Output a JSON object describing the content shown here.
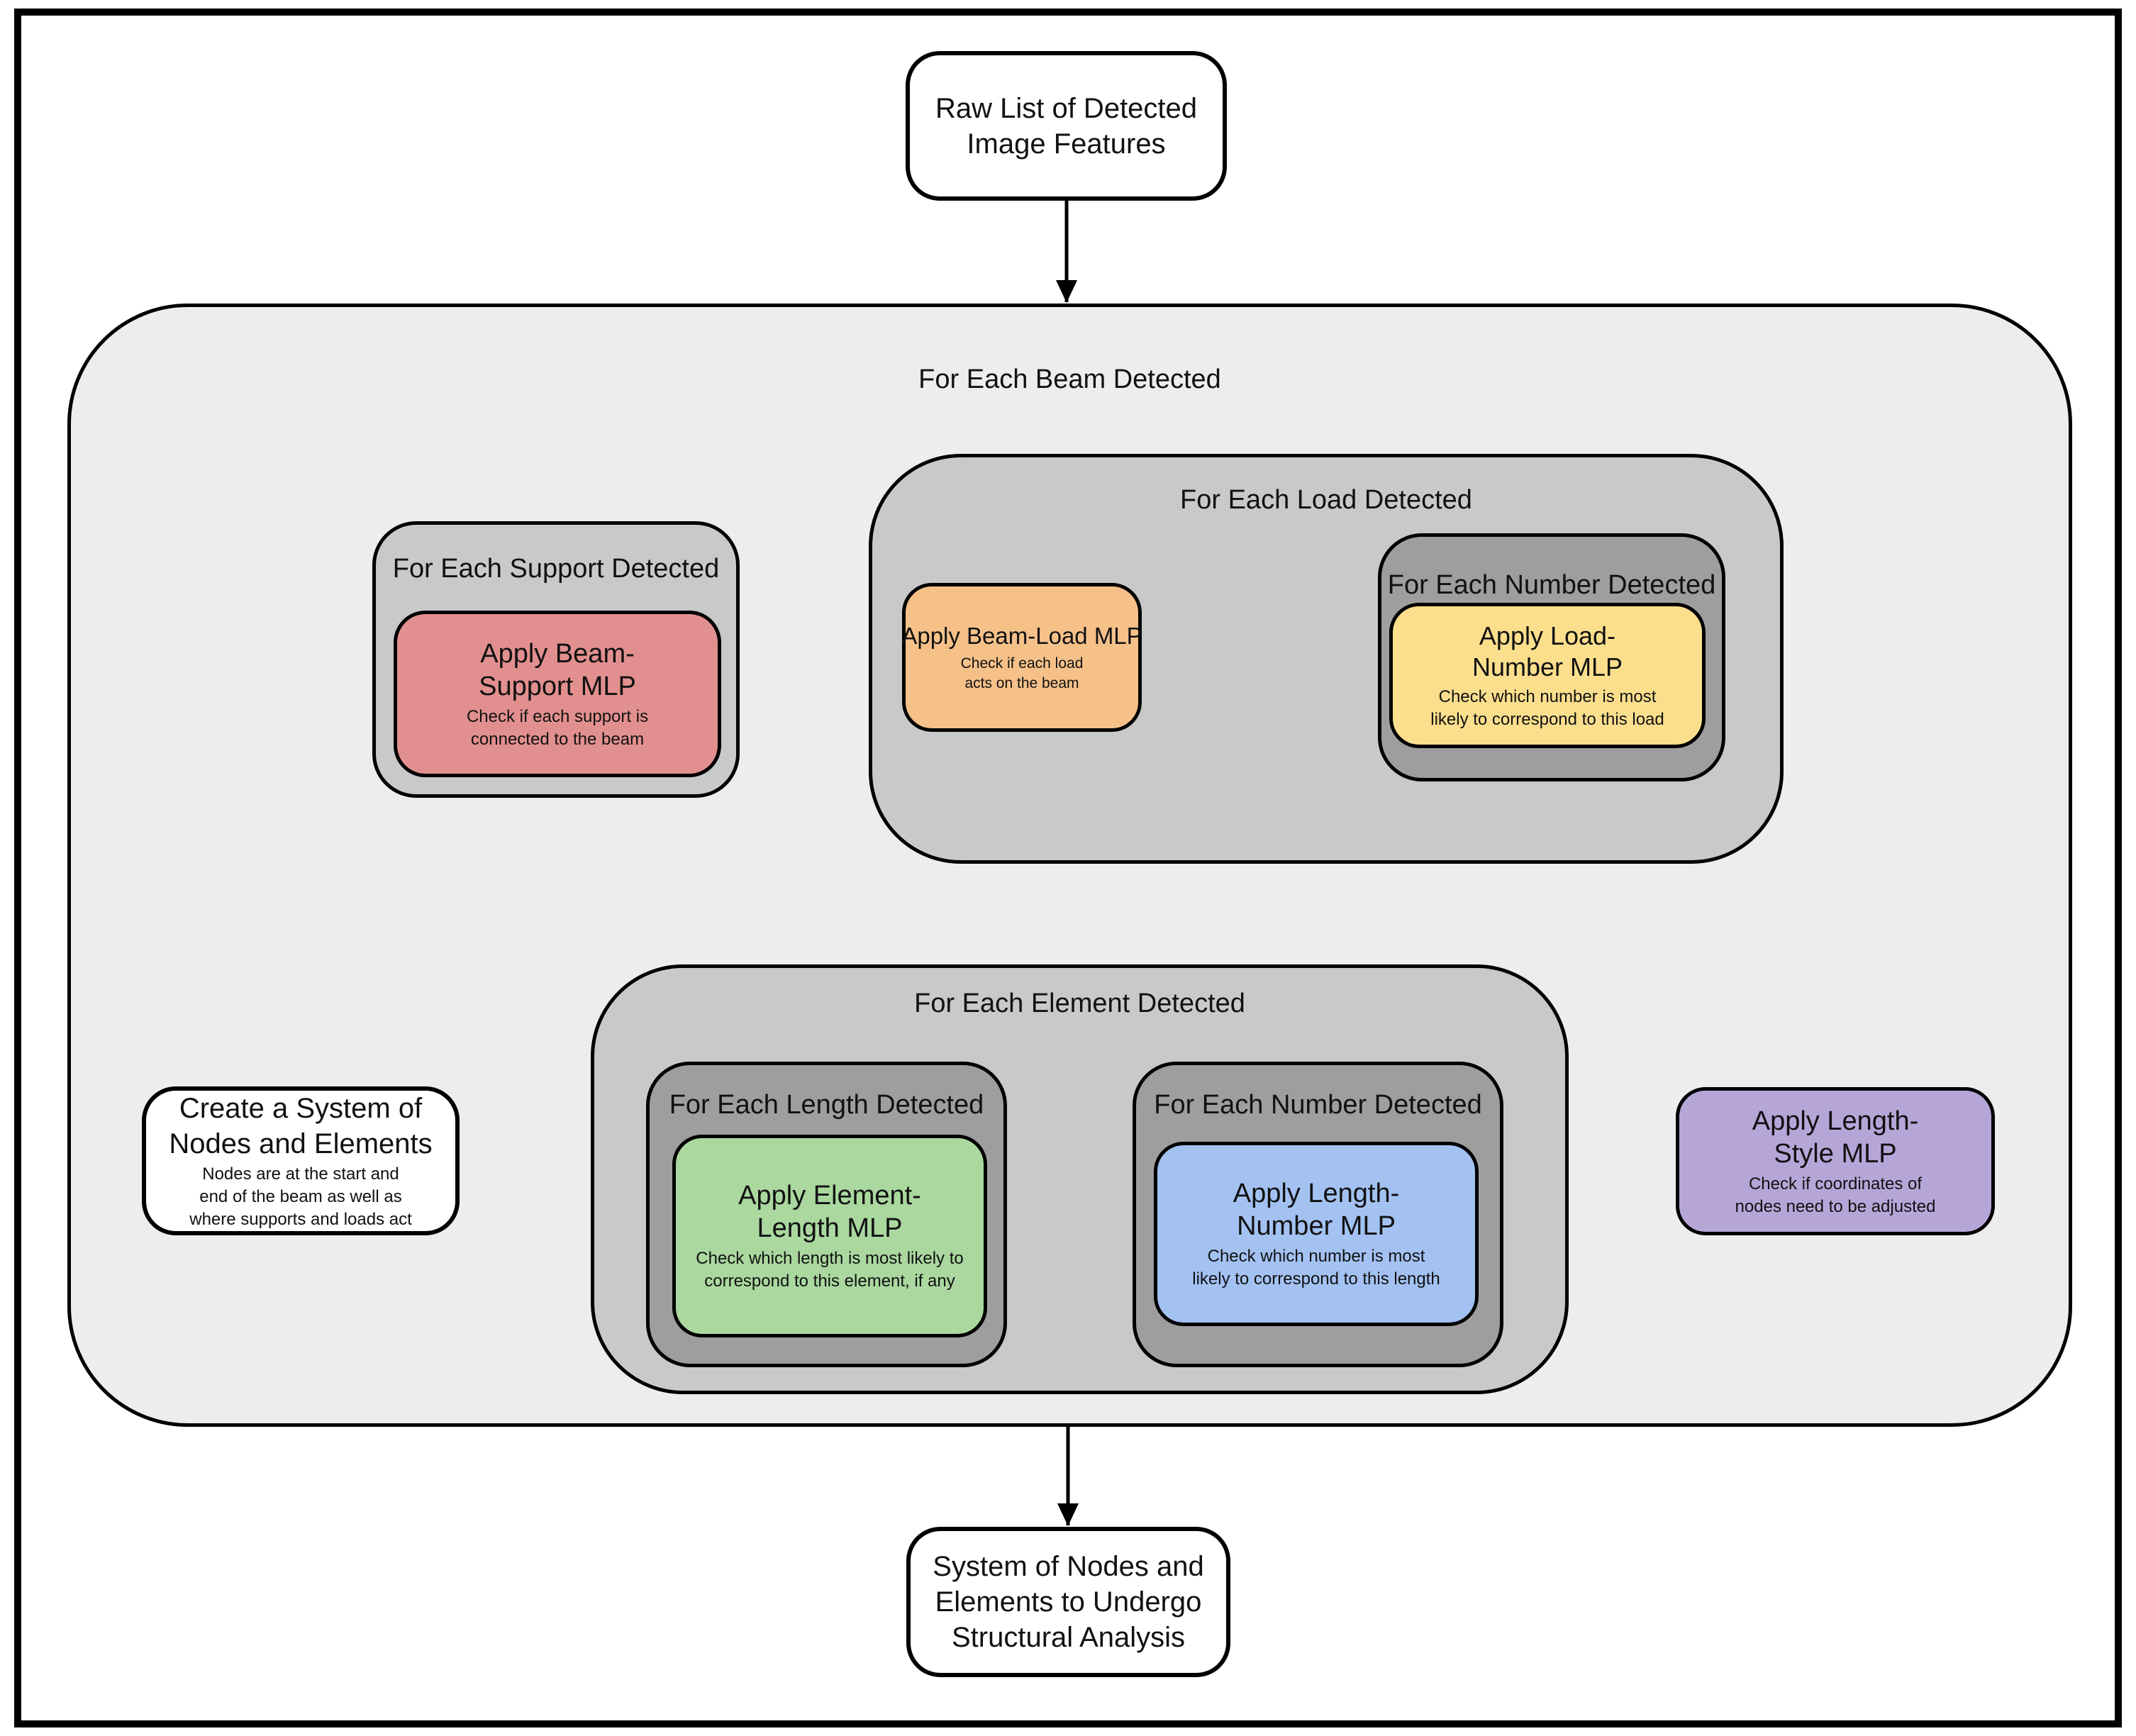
{
  "colors": {
    "outline": "#000000",
    "beam_loop_bg": "#ededed",
    "loop_bg": "#c9c9c9",
    "number_loop_bg": "#9e9e9e",
    "beam_support_mlp_bg": "#e2908f",
    "beam_load_mlp_bg": "#f5c189",
    "load_number_mlp_bg": "#fbdf8d",
    "element_length_mlp_bg": "#aad89f",
    "length_number_mlp_bg": "#a3c2f2",
    "length_style_mlp_bg": "#b6a6d8",
    "plain_node_bg": "#ffffff"
  },
  "nodes": {
    "raw_features": {
      "title": "Raw List of Detected Image Features"
    },
    "beam_loop": {
      "label": "For Each Beam Detected"
    },
    "support_loop": {
      "label": "For Each Support Detected"
    },
    "beam_support_mlp": {
      "title": "Apply Beam-Support MLP",
      "subtitle": "Check if each support is connected to the beam"
    },
    "load_loop": {
      "label": "For Each Load Detected"
    },
    "beam_load_mlp": {
      "title": "Apply Beam-Load MLP",
      "subtitle": "Check if each load acts on the beam"
    },
    "load_number_loop": {
      "label": "For Each Number Detected"
    },
    "load_number_mlp": {
      "title": "Apply Load-Number MLP",
      "subtitle": "Check which number is most likely to correspond to this load"
    },
    "create_system": {
      "title": "Create a System of Nodes and Elements",
      "subtitle": "Nodes are at the start and end of the beam as well as where supports and loads act"
    },
    "element_loop": {
      "label": "For Each Element Detected"
    },
    "length_loop": {
      "label": "For Each Length Detected"
    },
    "element_length_mlp": {
      "title": "Apply Element-Length MLP",
      "subtitle": "Check which length is most likely to correspond to this element, if any"
    },
    "length_number_loop": {
      "label": "For Each Number Detected"
    },
    "length_number_mlp": {
      "title": "Apply Length-Number MLP",
      "subtitle": "Check which number is most likely to correspond to this length"
    },
    "length_style_mlp": {
      "title": "Apply Length-Style MLP",
      "subtitle": "Check if coordinates of nodes need to be adjusted"
    },
    "system_output": {
      "title": "System of Nodes and Elements to Undergo Structural Analysis"
    }
  }
}
